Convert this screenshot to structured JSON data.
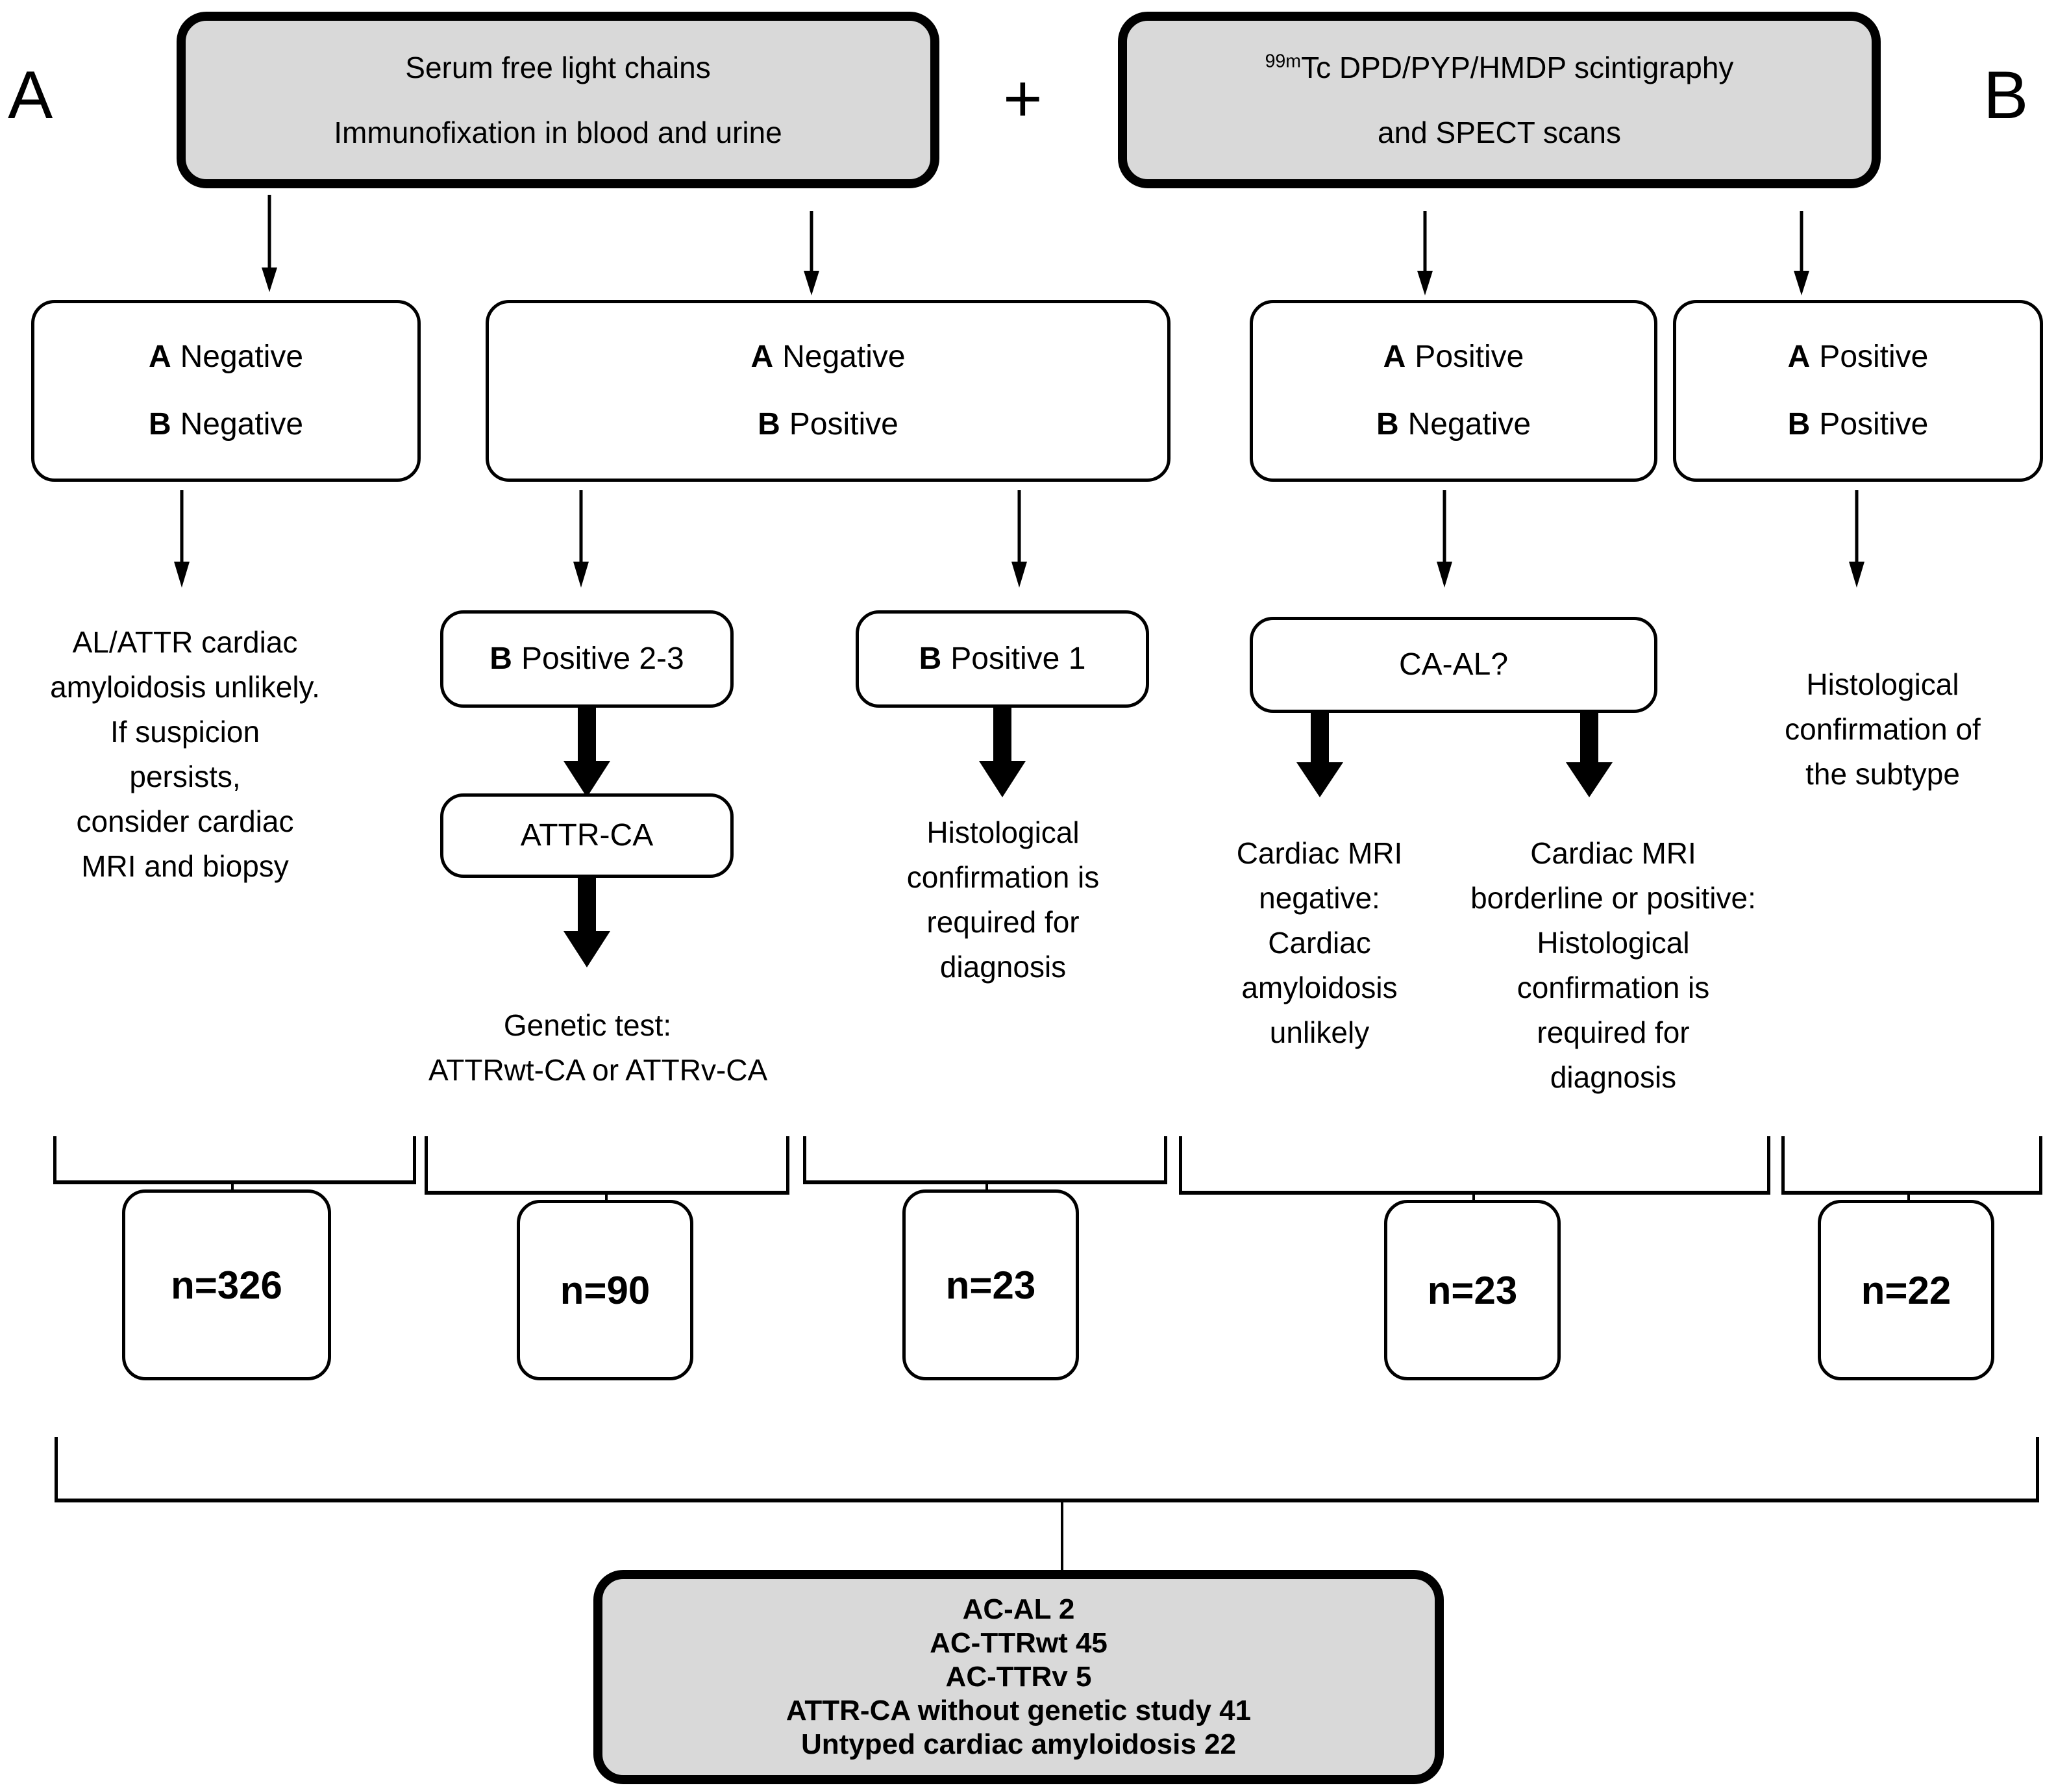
{
  "diagram": {
    "title": "Diagnostic algorithm for cardiac amyloidosis",
    "side_labels": {
      "left": "A",
      "right": "B",
      "operator": "+"
    },
    "colors": {
      "box_fill_shaded": "#d9d9d9",
      "box_fill_plain": "#ffffff",
      "stroke": "#000000"
    },
    "test_boxes": [
      {
        "id": "test-a",
        "line1": "Serum free light chains",
        "line2": "Immunofixation in blood and urine"
      },
      {
        "id": "test-b",
        "line1_sup": "99m",
        "line1": "Tc DPD/PYP/HMDP scintigraphy",
        "line2": "and SPECT scans"
      }
    ],
    "result_boxes": [
      {
        "id": "res-1",
        "a_label": "A",
        "a_value": "Negative",
        "b_label": "B",
        "b_value": "Negative"
      },
      {
        "id": "res-2",
        "a_label": "A",
        "a_value": "Negative",
        "b_label": "B",
        "b_value": "Positive"
      },
      {
        "id": "res-3",
        "a_label": "A",
        "a_value": "Positive",
        "b_label": "B",
        "b_value": "Negative"
      },
      {
        "id": "res-4",
        "a_label": "A",
        "a_value": "Positive",
        "b_label": "B",
        "b_value": "Positive"
      }
    ],
    "branch_boxes": [
      {
        "id": "b-pos-23",
        "prefix": "B",
        "text": "Positive 2-3"
      },
      {
        "id": "attr-ca",
        "text": "ATTR-CA"
      },
      {
        "id": "b-pos-1",
        "prefix": "B",
        "text": "Positive 1"
      },
      {
        "id": "ca-al",
        "text": "CA-AL?"
      }
    ],
    "outcome_texts": [
      {
        "id": "outcome-negative-negative",
        "lines": [
          "AL/ATTR cardiac",
          "amyloidosis unlikely.",
          "If suspicion",
          "persists,",
          "consider cardiac",
          "MRI and biopsy"
        ]
      },
      {
        "id": "outcome-genetic-test",
        "lines": [
          "Genetic test:",
          "ATTRwt-CA or ATTRv-CA"
        ]
      },
      {
        "id": "outcome-histological-required",
        "lines": [
          "Histological",
          "confirmation is",
          "required for",
          "diagnosis"
        ]
      },
      {
        "id": "outcome-mri-negative",
        "lines": [
          "Cardiac MRI",
          "negative:",
          "Cardiac",
          "amyloidosis",
          "unlikely"
        ]
      },
      {
        "id": "outcome-mri-borderline",
        "lines": [
          "Cardiac MRI",
          "borderline or positive:",
          "Histological",
          "confirmation is",
          "required for",
          "diagnosis"
        ]
      },
      {
        "id": "outcome-subtype",
        "lines": [
          "Histological",
          "confirmation of",
          "the subtype"
        ]
      }
    ],
    "counts": [
      {
        "id": "n-1",
        "label": "n=326"
      },
      {
        "id": "n-2",
        "label": "n=90"
      },
      {
        "id": "n-3",
        "label": "n=23"
      },
      {
        "id": "n-4",
        "label": "n=23"
      },
      {
        "id": "n-5",
        "label": "n=22"
      }
    ],
    "summary": {
      "id": "summary-box",
      "lines": [
        "AC-AL 2",
        "AC-TTRwt 45",
        "AC-TTRv 5",
        "ATTR-CA without genetic study 41",
        "Untyped cardiac amyloidosis 22"
      ]
    }
  }
}
